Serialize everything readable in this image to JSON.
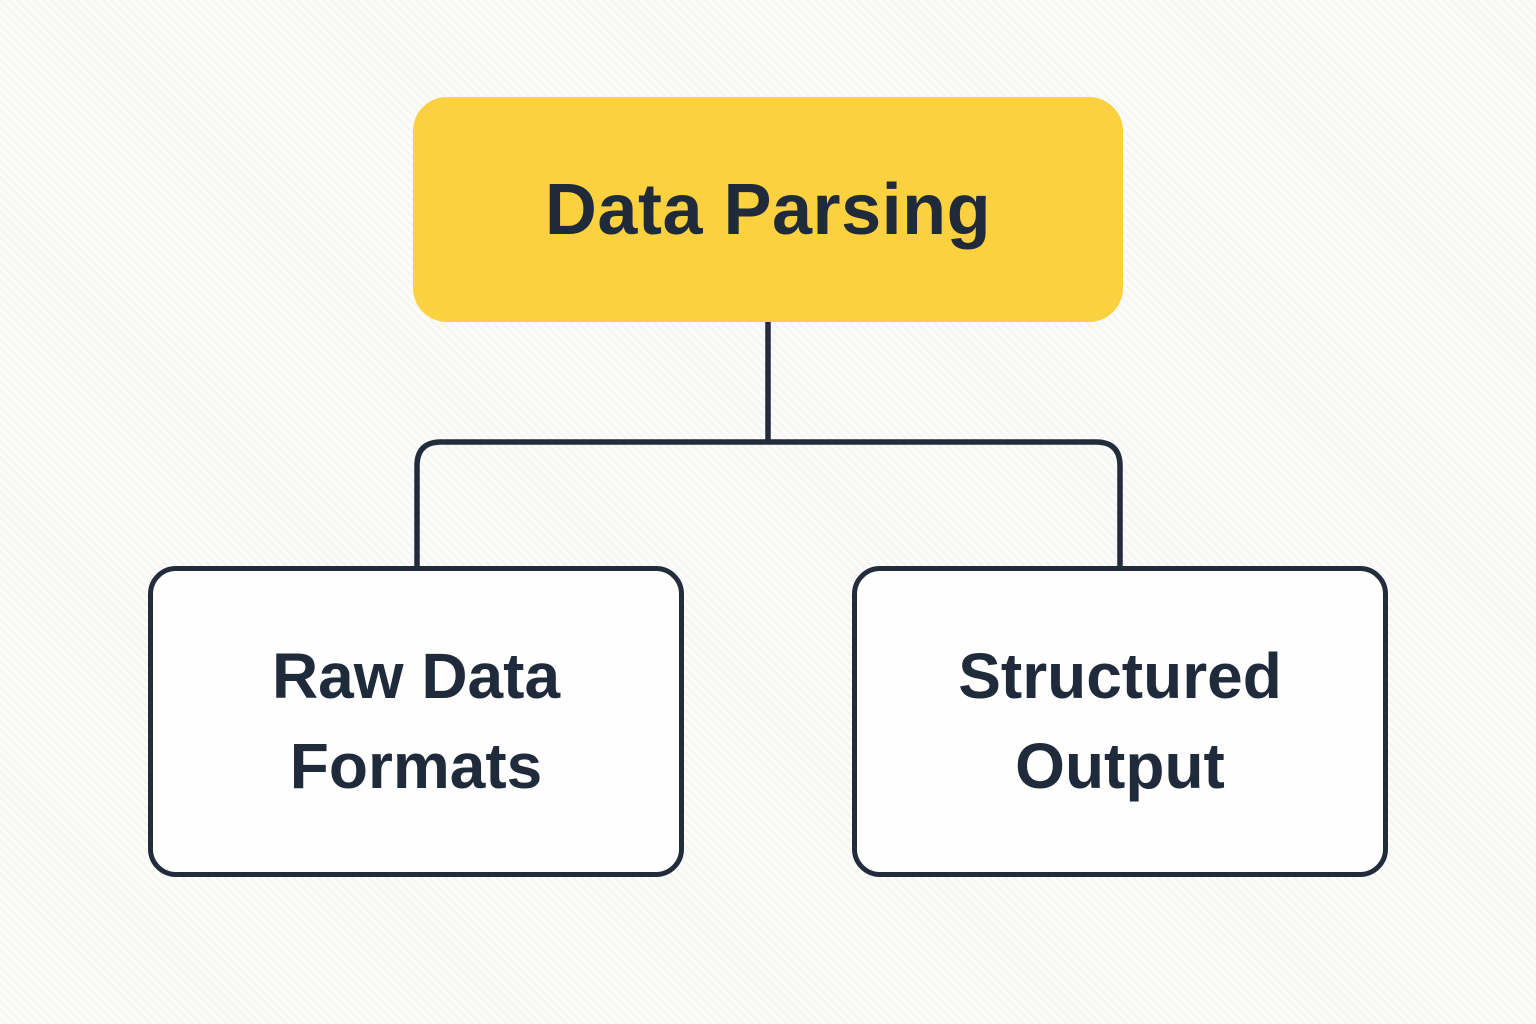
{
  "diagram": {
    "root": {
      "label": "Data Parsing"
    },
    "children": [
      {
        "label": "Raw Data Formats"
      },
      {
        "label": "Structured Output"
      }
    ],
    "colors": {
      "background": "#f8f8f6",
      "root_fill": "#fcd13f",
      "node_fill": "#fefefe",
      "node_border": "#232c3b",
      "connector": "#232c3b",
      "text": "#1f2a3a"
    }
  }
}
